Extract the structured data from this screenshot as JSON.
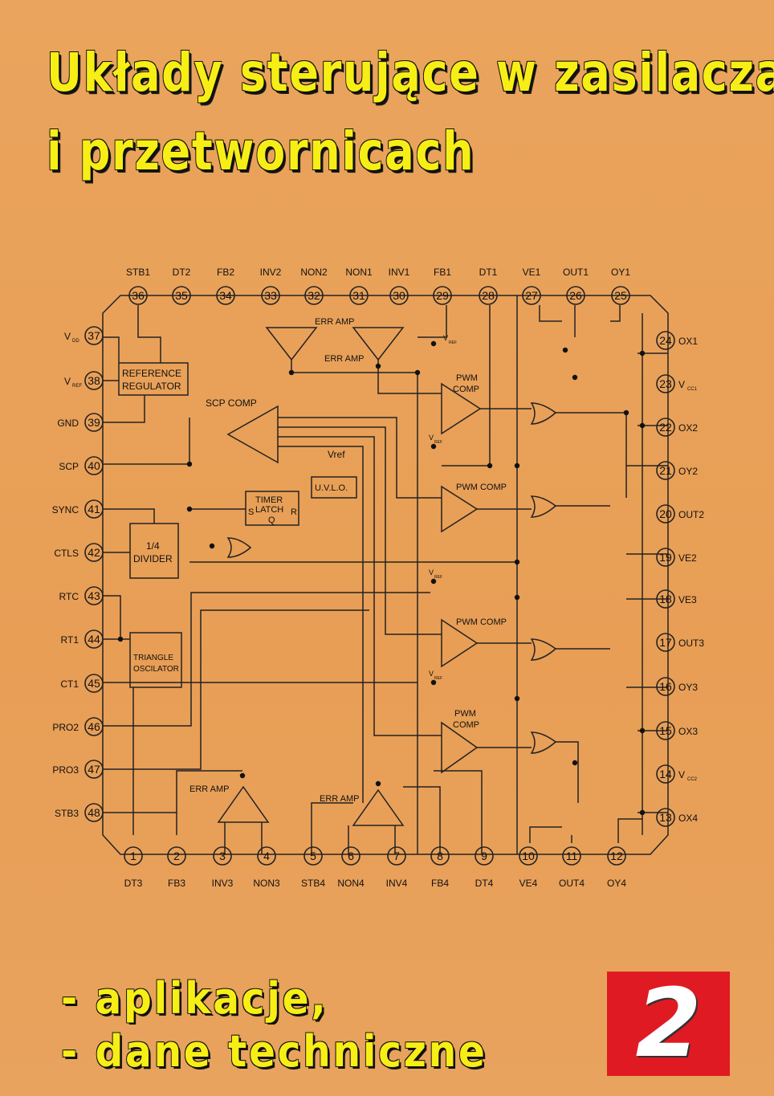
{
  "title_line1": "Układy sterujące w zasilaczach",
  "title_line2": "i przetwornicach",
  "subtitle_line1": "- aplikacje,",
  "subtitle_line2": "- dane techniczne",
  "volume_number": "2",
  "colors": {
    "background": "#e9a25a",
    "title": "#f7ee16",
    "badge": "#e01a22"
  },
  "pins_top": [
    {
      "num": "36",
      "label": "STB1"
    },
    {
      "num": "35",
      "label": "DT2"
    },
    {
      "num": "34",
      "label": "FB2"
    },
    {
      "num": "33",
      "label": "INV2"
    },
    {
      "num": "32",
      "label": "NON2"
    },
    {
      "num": "31",
      "label": "NON1"
    },
    {
      "num": "30",
      "label": "INV1"
    },
    {
      "num": "29",
      "label": "FB1"
    },
    {
      "num": "28",
      "label": "DT1"
    },
    {
      "num": "27",
      "label": "VE1"
    },
    {
      "num": "26",
      "label": "OUT1"
    },
    {
      "num": "25",
      "label": "OY1"
    }
  ],
  "pins_bottom": [
    {
      "num": "1",
      "label": "DT3"
    },
    {
      "num": "2",
      "label": "FB3"
    },
    {
      "num": "3",
      "label": "INV3"
    },
    {
      "num": "4",
      "label": "NON3"
    },
    {
      "num": "5",
      "label": "STB4"
    },
    {
      "num": "6",
      "label": "NON4"
    },
    {
      "num": "7",
      "label": "INV4"
    },
    {
      "num": "8",
      "label": "FB4"
    },
    {
      "num": "9",
      "label": "DT4"
    },
    {
      "num": "10",
      "label": "VE4"
    },
    {
      "num": "11",
      "label": "OUT4"
    },
    {
      "num": "12",
      "label": "OY4"
    }
  ],
  "pins_left": [
    {
      "num": "37",
      "label": "V",
      "sub": "DD"
    },
    {
      "num": "38",
      "label": "V",
      "sub": "REF"
    },
    {
      "num": "39",
      "label": "GND",
      "sub": ""
    },
    {
      "num": "40",
      "label": "SCP",
      "sub": ""
    },
    {
      "num": "41",
      "label": "SYNC",
      "sub": ""
    },
    {
      "num": "42",
      "label": "CTLS",
      "sub": ""
    },
    {
      "num": "43",
      "label": "RTC",
      "sub": ""
    },
    {
      "num": "44",
      "label": "RT1",
      "sub": ""
    },
    {
      "num": "45",
      "label": "CT1",
      "sub": ""
    },
    {
      "num": "46",
      "label": "PRO2",
      "sub": ""
    },
    {
      "num": "47",
      "label": "PRO3",
      "sub": ""
    },
    {
      "num": "48",
      "label": "STB3",
      "sub": ""
    }
  ],
  "pins_right": [
    {
      "num": "24",
      "label": "OX1",
      "sub": ""
    },
    {
      "num": "23",
      "label": "V",
      "sub": "CC1"
    },
    {
      "num": "22",
      "label": "OX2",
      "sub": ""
    },
    {
      "num": "21",
      "label": "OY2",
      "sub": ""
    },
    {
      "num": "20",
      "label": "OUT2",
      "sub": ""
    },
    {
      "num": "19",
      "label": "VE2",
      "sub": ""
    },
    {
      "num": "18",
      "label": "VE3",
      "sub": ""
    },
    {
      "num": "17",
      "label": "OUT3",
      "sub": ""
    },
    {
      "num": "16",
      "label": "OY3",
      "sub": ""
    },
    {
      "num": "15",
      "label": "OX3",
      "sub": ""
    },
    {
      "num": "14",
      "label": "V",
      "sub": "CC2"
    },
    {
      "num": "13",
      "label": "OX4",
      "sub": ""
    }
  ],
  "blocks": {
    "ref_reg_1": "REFERENCE",
    "ref_reg_2": "REGULATOR",
    "divider_1": "1/4",
    "divider_2": "DIVIDER",
    "triangle_1": "TRIANGLE",
    "triangle_2": "OSCILATOR",
    "timer_1": "TIMER",
    "timer_2": "LATCH",
    "timer_s": "S",
    "timer_r": "R",
    "timer_q": "Q",
    "uvlo": "U.V.L.O.",
    "vref": "Vref",
    "scp_comp": "SCP COMP"
  },
  "labels": {
    "err_amp": "ERR AMP",
    "pwm_comp": "PWM COMP",
    "pwm": "PWM",
    "comp": "COMP",
    "vref_v": "V",
    "vref_sub": "REF"
  }
}
